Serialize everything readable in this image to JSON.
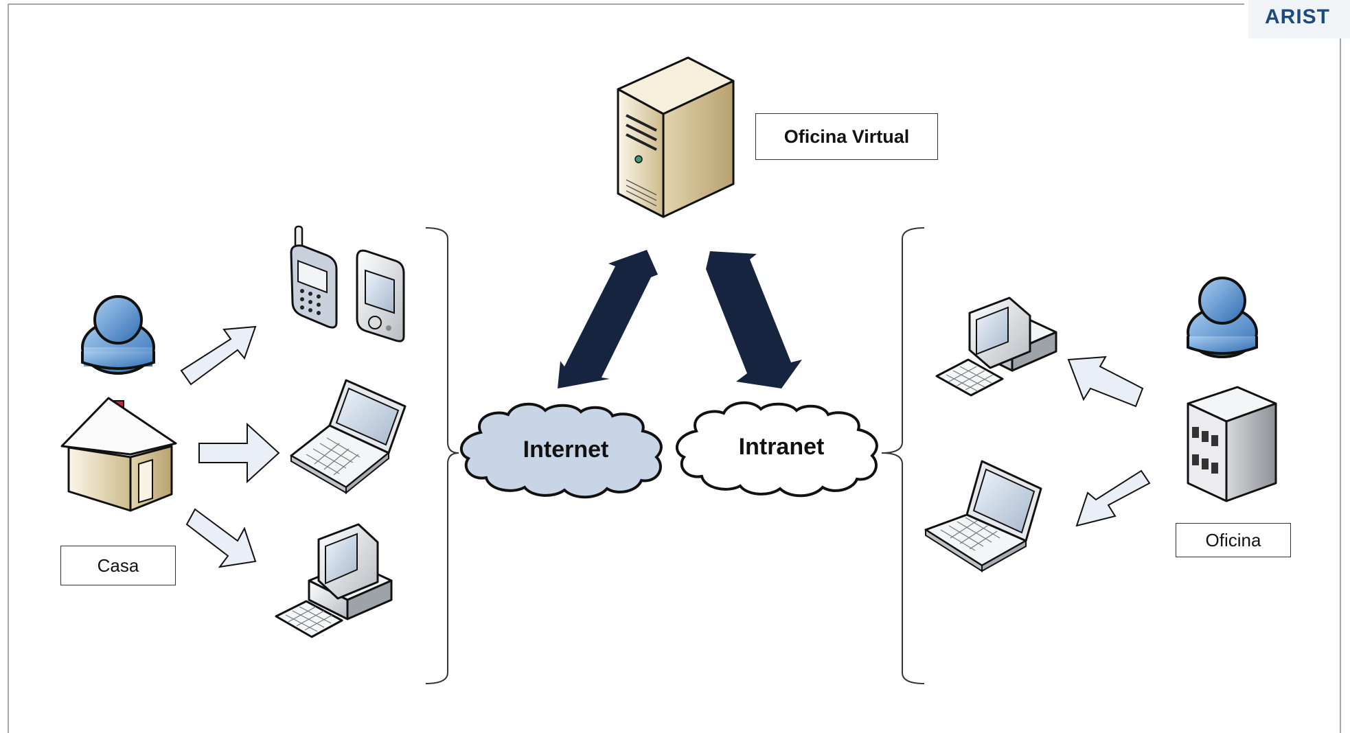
{
  "brand": {
    "text": "ARIST"
  },
  "labels": {
    "oficina_virtual": "Oficina Virtual",
    "casa": "Casa",
    "oficina": "Oficina",
    "internet": "Internet",
    "intranet": "Intranet"
  },
  "colors": {
    "dark_arrow": "#16243f",
    "light_arrow": "#e9eef7",
    "internet_cloud": "#c7d5e6",
    "user_blue": "#4f86c6",
    "server_beige": "#e8dcbd"
  }
}
